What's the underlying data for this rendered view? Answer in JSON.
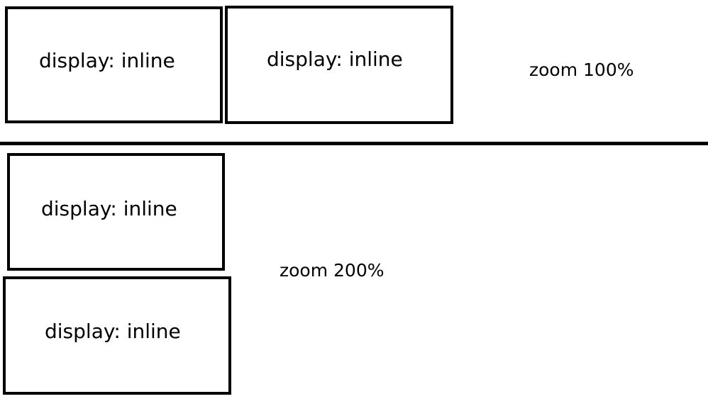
{
  "top_section": {
    "boxes": [
      {
        "label": "display: inline"
      },
      {
        "label": "display: inline"
      }
    ],
    "zoom_label": "zoom 100%"
  },
  "bottom_section": {
    "boxes": [
      {
        "label": "display: inline"
      },
      {
        "label": "display: inline"
      }
    ],
    "zoom_label": "zoom 200%"
  },
  "colors": {
    "border": "#000000",
    "background": "#ffffff",
    "text": "#000000"
  }
}
